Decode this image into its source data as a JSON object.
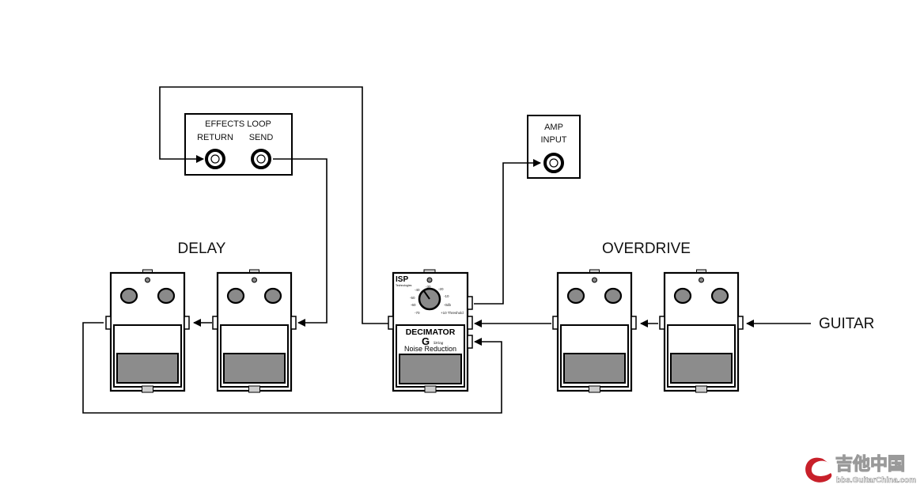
{
  "labels": {
    "effects_loop_title": "EFFECTS LOOP",
    "return": "RETURN",
    "send": "SEND",
    "amp_line1": "AMP",
    "amp_line2": "INPUT",
    "delay": "DELAY",
    "overdrive": "OVERDRIVE",
    "guitar": "GUITAR"
  },
  "decimator": {
    "brand": "ISP",
    "brand_sub": "Technologies",
    "model": "DECIMATOR",
    "g_letter": "G",
    "g_script": "String",
    "subtitle": "Noise Reduction",
    "knob_scale": [
      "-70",
      "-60",
      "-50",
      "-40",
      "-30",
      "-20",
      "-10",
      "-0db",
      "+10 Threshold"
    ]
  },
  "watermark": {
    "cn_text": "吉他中国",
    "url": "bbs.GuitarChina.com"
  },
  "colors": {
    "line": "#000000",
    "pedal_fill": "#ffffff",
    "footswitch": "#8c8c8c",
    "knob": "#8a8a8a",
    "watermark_red": "#c8202a",
    "watermark_gray": "#9a9a9a"
  }
}
